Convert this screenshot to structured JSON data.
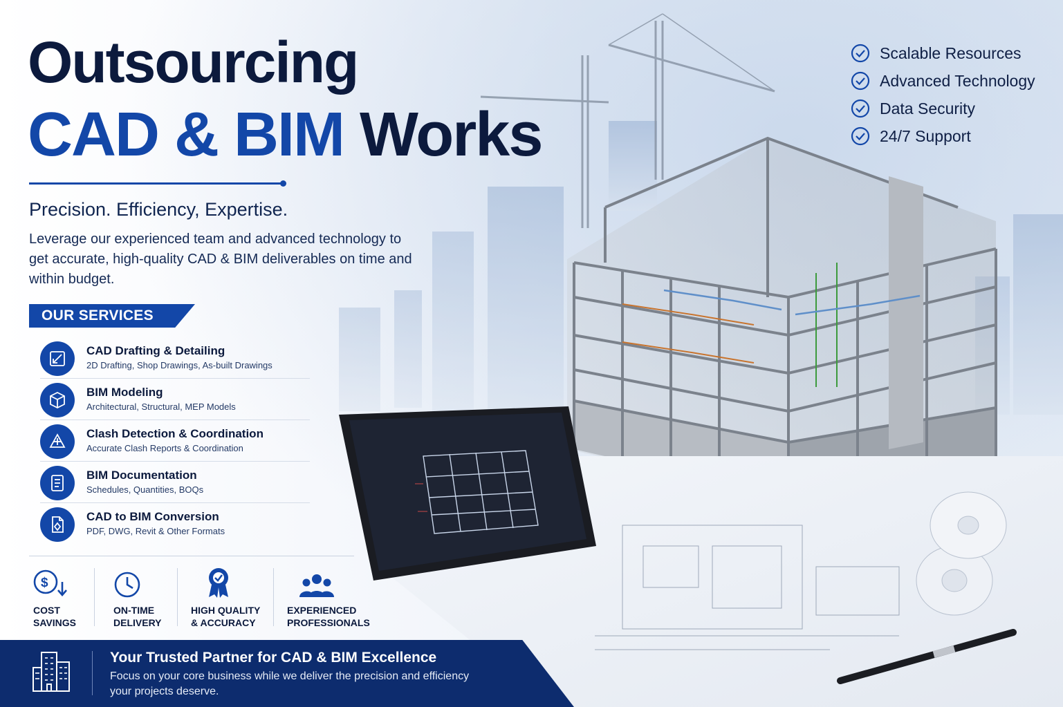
{
  "headline": {
    "line1": "Outsourcing",
    "line2_accent": "CAD & BIM",
    "line2_rest": "Works"
  },
  "tagline": "Precision. Efficiency, Expertise.",
  "intro": "Leverage our experienced team and advanced technology to get accurate, high-quality CAD & BIM deliverables on time and within budget.",
  "services_heading": "OUR SERVICES",
  "services": [
    {
      "title": "CAD Drafting & Detailing",
      "subtitle": "2D Drafting, Shop Drawings, As-built Drawings",
      "icon": "drafting-icon"
    },
    {
      "title": "BIM Modeling",
      "subtitle": "Architectural, Structural, MEP Models",
      "icon": "cube-icon"
    },
    {
      "title": "Clash Detection & Coordination",
      "subtitle": "Accurate Clash Reports & Coordination",
      "icon": "clash-icon"
    },
    {
      "title": "BIM Documentation",
      "subtitle": "Schedules, Quantities, BOQs",
      "icon": "document-icon"
    },
    {
      "title": "CAD to BIM Conversion",
      "subtitle": "PDF, DWG, Revit & Other Formats",
      "icon": "file-convert-icon"
    }
  ],
  "benefits": [
    {
      "label": "COST\nSAVINGS",
      "icon": "dollar-down-icon"
    },
    {
      "label": "ON-TIME\nDELIVERY",
      "icon": "clock-icon"
    },
    {
      "label": "HIGH QUALITY\n& ACCURACY",
      "icon": "award-ribbon-icon"
    },
    {
      "label": "EXPERIENCED\nPROFESSIONALS",
      "icon": "team-icon"
    }
  ],
  "highlights": [
    {
      "label": "Scalable Resources",
      "icon": "check-circle-icon"
    },
    {
      "label": "Advanced Technology",
      "icon": "check-circle-icon"
    },
    {
      "label": "Data Security",
      "icon": "check-circle-icon"
    },
    {
      "label": "24/7 Support",
      "icon": "check-circle-icon"
    }
  ],
  "footer": {
    "title": "Your Trusted Partner for CAD & BIM Excellence",
    "text": "Focus on your core business while we deliver the precision and efficiency your projects deserve.",
    "icon": "buildings-icon"
  },
  "colors": {
    "brand_blue": "#1347a8",
    "navy": "#0c1a3d",
    "footer_navy": "#0d2c6e"
  }
}
